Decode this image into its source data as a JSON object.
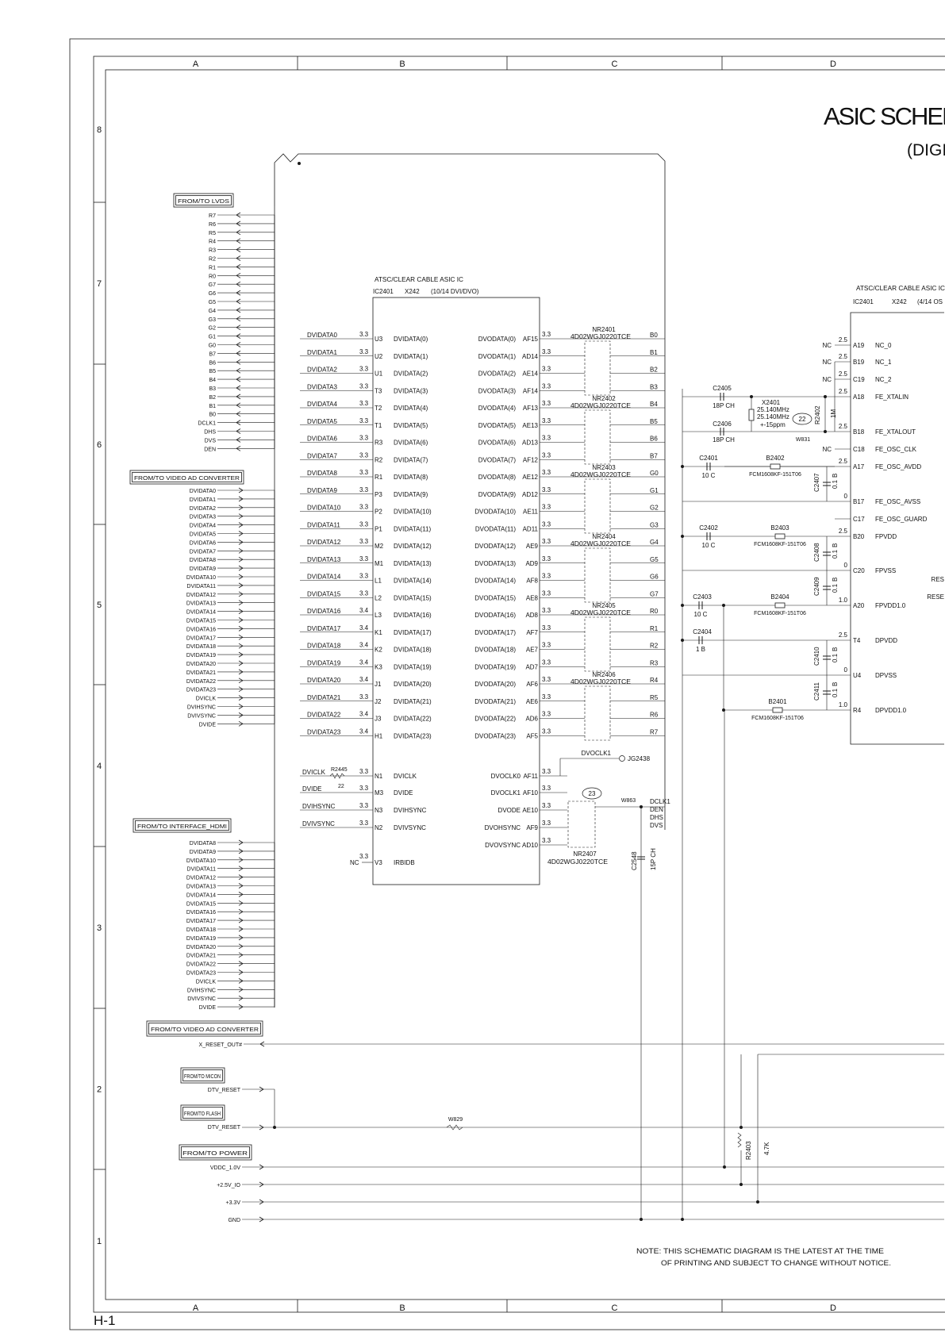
{
  "page": {
    "title": "ASIC SCHEM",
    "subtitle": "(DIGI",
    "sheet_id": "H-1",
    "note_line1": "NOTE: THIS SCHEMATIC DIAGRAM IS THE LATEST AT THE TIME",
    "note_line2": "OF PRINTING AND SUBJECT TO CHANGE WITHOUT NOTICE."
  },
  "grid": {
    "columns": [
      "A",
      "B",
      "C",
      "D"
    ],
    "rows": [
      "8",
      "7",
      "6",
      "5",
      "4",
      "3",
      "2",
      "1"
    ]
  },
  "connectors": {
    "lvds": {
      "label": "FROM/TO LVDS",
      "signals": [
        "R7",
        "R6",
        "R5",
        "R4",
        "R3",
        "R2",
        "R1",
        "R0",
        "G7",
        "G6",
        "G5",
        "G4",
        "G3",
        "G2",
        "G1",
        "G0",
        "B7",
        "B6",
        "B5",
        "B4",
        "B3",
        "B2",
        "B1",
        "B0",
        "DCLK1",
        "DHS",
        "DVS",
        "DEN"
      ]
    },
    "video_ad": {
      "label": "FROM/TO VIDEO AD CONVERTER",
      "signals": [
        "DVIDATA0",
        "DVIDATA1",
        "DVIDATA2",
        "DVIDATA3",
        "DVIDATA4",
        "DVIDATA5",
        "DVIDATA6",
        "DVIDATA7",
        "DVIDATA8",
        "DVIDATA9",
        "DVIDATA10",
        "DVIDATA11",
        "DVIDATA12",
        "DVIDATA13",
        "DVIDATA14",
        "DVIDATA15",
        "DVIDATA16",
        "DVIDATA17",
        "DVIDATA18",
        "DVIDATA19",
        "DVIDATA20",
        "DVIDATA21",
        "DVIDATA22",
        "DVIDATA23",
        "DVICLK",
        "DVIHSYNC",
        "DVIVSYNC",
        "DVIDE"
      ]
    },
    "hdmi": {
      "label": "FROM/TO INTERFACE_HDMI",
      "signals": [
        "DVIDATA8",
        "DVIDATA9",
        "DVIDATA10",
        "DVIDATA11",
        "DVIDATA12",
        "DVIDATA13",
        "DVIDATA14",
        "DVIDATA15",
        "DVIDATA16",
        "DVIDATA17",
        "DVIDATA18",
        "DVIDATA19",
        "DVIDATA20",
        "DVIDATA21",
        "DVIDATA22",
        "DVIDATA23",
        "DVICLK",
        "DVIHSYNC",
        "DVIVSYNC",
        "DVIDE"
      ]
    },
    "video_ad_reset": {
      "label": "FROM/TO VIDEO AD CONVERTER",
      "signal": "X_RESET_OUT#"
    },
    "micon": {
      "label": "FROM/TO MICON",
      "signal": "DTV_RESET"
    },
    "flash": {
      "label": "FROM/TO FLASH",
      "signal": "DTV_RESET"
    },
    "power": {
      "label": "FROM/TO POWER",
      "signals": [
        "VDDC_1.0V",
        "+2.5V_IO",
        "+3.3V",
        "GND"
      ]
    }
  },
  "ic_main": {
    "title": "ATSC/CLEAR CABLE ASIC IC",
    "ref": "IC2401",
    "part": "X242",
    "section": "(10/14 DVI/DVO)",
    "left_pins": [
      {
        "net": "DVIDATA0",
        "v": "3.3",
        "ball": "U3",
        "name": "DVIDATA(0)"
      },
      {
        "net": "DVIDATA1",
        "v": "3.3",
        "ball": "U2",
        "name": "DVIDATA(1)"
      },
      {
        "net": "DVIDATA2",
        "v": "3.3",
        "ball": "U1",
        "name": "DVIDATA(2)"
      },
      {
        "net": "DVIDATA3",
        "v": "3.3",
        "ball": "T3",
        "name": "DVIDATA(3)"
      },
      {
        "net": "DVIDATA4",
        "v": "3.3",
        "ball": "T2",
        "name": "DVIDATA(4)"
      },
      {
        "net": "DVIDATA5",
        "v": "3.3",
        "ball": "T1",
        "name": "DVIDATA(5)"
      },
      {
        "net": "DVIDATA6",
        "v": "3.3",
        "ball": "R3",
        "name": "DVIDATA(6)"
      },
      {
        "net": "DVIDATA7",
        "v": "3.3",
        "ball": "R2",
        "name": "DVIDATA(7)"
      },
      {
        "net": "DVIDATA8",
        "v": "3.3",
        "ball": "R1",
        "name": "DVIDATA(8)"
      },
      {
        "net": "DVIDATA9",
        "v": "3.3",
        "ball": "P3",
        "name": "DVIDATA(9)"
      },
      {
        "net": "DVIDATA10",
        "v": "3.3",
        "ball": "P2",
        "name": "DVIDATA(10)"
      },
      {
        "net": "DVIDATA11",
        "v": "3.3",
        "ball": "P1",
        "name": "DVIDATA(11)"
      },
      {
        "net": "DVIDATA12",
        "v": "3.3",
        "ball": "M2",
        "name": "DVIDATA(12)"
      },
      {
        "net": "DVIDATA13",
        "v": "3.3",
        "ball": "M1",
        "name": "DVIDATA(13)"
      },
      {
        "net": "DVIDATA14",
        "v": "3.3",
        "ball": "L1",
        "name": "DVIDATA(14)"
      },
      {
        "net": "DVIDATA15",
        "v": "3.3",
        "ball": "L2",
        "name": "DVIDATA(15)"
      },
      {
        "net": "DVIDATA16",
        "v": "3.4",
        "ball": "L3",
        "name": "DVIDATA(16)"
      },
      {
        "net": "DVIDATA17",
        "v": "3.4",
        "ball": "K1",
        "name": "DVIDATA(17)"
      },
      {
        "net": "DVIDATA18",
        "v": "3.4",
        "ball": "K2",
        "name": "DVIDATA(18)"
      },
      {
        "net": "DVIDATA19",
        "v": "3.4",
        "ball": "K3",
        "name": "DVIDATA(19)"
      },
      {
        "net": "DVIDATA20",
        "v": "3.4",
        "ball": "J1",
        "name": "DVIDATA(20)"
      },
      {
        "net": "DVIDATA21",
        "v": "3.3",
        "ball": "J2",
        "name": "DVIDATA(21)"
      },
      {
        "net": "DVIDATA22",
        "v": "3.4",
        "ball": "J3",
        "name": "DVIDATA(22)"
      },
      {
        "net": "DVIDATA23",
        "v": "3.4",
        "ball": "H1",
        "name": "DVIDATA(23)"
      }
    ],
    "left_ctrl": [
      {
        "net": "DVICLK",
        "v": "3.3",
        "ball": "N1",
        "name": "DVICLK"
      },
      {
        "net": "DVIDE",
        "v": "3.3",
        "ball": "M3",
        "name": "DVIDE"
      },
      {
        "net": "DVIHSYNC",
        "v": "3.3",
        "ball": "N3",
        "name": "DVIHSYNC"
      },
      {
        "net": "DVIVSYNC",
        "v": "3.3",
        "ball": "N2",
        "name": "DVIVSYNC"
      }
    ],
    "r2445": {
      "ref": "R2445",
      "value": "22"
    },
    "irbidb": {
      "nc": "NC",
      "v": "3.3",
      "ball": "V3",
      "name": "IRBIDB"
    },
    "right_pins": [
      {
        "name": "DVODATA(0)",
        "ball": "AF15",
        "v": "3.3",
        "out": "B0"
      },
      {
        "name": "DVODATA(1)",
        "ball": "AD14",
        "v": "3.3",
        "out": "B1"
      },
      {
        "name": "DVODATA(2)",
        "ball": "AE14",
        "v": "3.3",
        "out": "B2"
      },
      {
        "name": "DVODATA(3)",
        "ball": "AF14",
        "v": "3.3",
        "out": "B3"
      },
      {
        "name": "DVODATA(4)",
        "ball": "AF13",
        "v": "3.3",
        "out": "B4"
      },
      {
        "name": "DVODATA(5)",
        "ball": "AE13",
        "v": "3.3",
        "out": "B5"
      },
      {
        "name": "DVODATA(6)",
        "ball": "AD13",
        "v": "3.3",
        "out": "B6"
      },
      {
        "name": "DVODATA(7)",
        "ball": "AF12",
        "v": "3.3",
        "out": "B7"
      },
      {
        "name": "DVODATA(8)",
        "ball": "AE12",
        "v": "3.3",
        "out": "G0"
      },
      {
        "name": "DVODATA(9)",
        "ball": "AD12",
        "v": "3.3",
        "out": "G1"
      },
      {
        "name": "DVODATA(10)",
        "ball": "AE11",
        "v": "3.3",
        "out": "G2"
      },
      {
        "name": "DVODATA(11)",
        "ball": "AD11",
        "v": "3.3",
        "out": "G3"
      },
      {
        "name": "DVODATA(12)",
        "ball": "AE9",
        "v": "3.3",
        "out": "G4"
      },
      {
        "name": "DVODATA(13)",
        "ball": "AD9",
        "v": "3.3",
        "out": "G5"
      },
      {
        "name": "DVODATA(14)",
        "ball": "AF8",
        "v": "3.3",
        "out": "G6"
      },
      {
        "name": "DVODATA(15)",
        "ball": "AE8",
        "v": "3.3",
        "out": "G7"
      },
      {
        "name": "DVODATA(16)",
        "ball": "AD8",
        "v": "3.3",
        "out": "R0"
      },
      {
        "name": "DVODATA(17)",
        "ball": "AF7",
        "v": "3.3",
        "out": "R1"
      },
      {
        "name": "DVODATA(18)",
        "ball": "AE7",
        "v": "3.3",
        "out": "R2"
      },
      {
        "name": "DVODATA(19)",
        "ball": "AD7",
        "v": "3.3",
        "out": "R3"
      },
      {
        "name": "DVODATA(20)",
        "ball": "AF6",
        "v": "3.3",
        "out": "R4"
      },
      {
        "name": "DVODATA(21)",
        "ball": "AE6",
        "v": "3.3",
        "out": "R5"
      },
      {
        "name": "DVODATA(22)",
        "ball": "AD6",
        "v": "3.3",
        "out": "R6"
      },
      {
        "name": "DVODATA(23)",
        "ball": "AF5",
        "v": "3.3",
        "out": "R7"
      }
    ],
    "right_ctrl": [
      {
        "name": "DVOCLK0",
        "ball": "AF11",
        "v": "3.3"
      },
      {
        "name": "DVOCLK1",
        "ball": "AF10",
        "v": "3.3"
      },
      {
        "name": "DVODE",
        "ball": "AE10",
        "v": "3.3"
      },
      {
        "name": "DVOHSYNC",
        "ball": "AF9",
        "v": "3.3"
      },
      {
        "name": "DVOVSYNC",
        "ball": "AD10",
        "v": "3.3"
      }
    ],
    "ctrl_outs": [
      "DCLK1",
      "DEN",
      "DHS",
      "DVS"
    ],
    "res_networks": [
      "NR2401",
      "NR2402",
      "NR2403",
      "NR2404",
      "NR2405",
      "NR2406"
    ],
    "rn_part": "4D02WGJ0220TCE",
    "nr2407": "NR2407",
    "dvoclk1_tp": "DVOCLK1",
    "jg": "JG2438",
    "w863": "W863",
    "badge23": "23",
    "c2548": "C2548",
    "c2548_val": "15P CH",
    "w829": "W829"
  },
  "ic_osc": {
    "title": "ATSC/CLEAR CABLE ASIC IC",
    "ref": "IC2401",
    "part": "X242",
    "section": "(4/14 OS",
    "pins": [
      {
        "v": "2.5",
        "nc": "NC",
        "ball": "A19",
        "name": "NC_0"
      },
      {
        "v": "2.5",
        "nc": "NC",
        "ball": "B19",
        "name": "NC_1"
      },
      {
        "v": "2.5",
        "nc": "NC",
        "ball": "C19",
        "name": "NC_2"
      },
      {
        "v": "2.5",
        "nc": "",
        "ball": "A18",
        "name": "FE_XTALIN"
      },
      {
        "v": "2.5",
        "nc": "",
        "ball": "B18",
        "name": "FE_XTALOUT"
      },
      {
        "v": "",
        "nc": "NC",
        "ball": "C18",
        "name": "FE_OSC_CLK"
      },
      {
        "v": "2.5",
        "nc": "",
        "ball": "A17",
        "name": "FE_OSC_AVDD"
      },
      {
        "v": "0",
        "nc": "",
        "ball": "B17",
        "name": "FE_OSC_AVSS"
      },
      {
        "v": "",
        "nc": "",
        "ball": "C17",
        "name": "FE_OSC_GUARD"
      },
      {
        "v": "2.5",
        "nc": "",
        "ball": "B20",
        "name": "FPVDD"
      },
      {
        "v": "0",
        "nc": "",
        "ball": "C20",
        "name": "FPVSS"
      },
      {
        "v": "1.0",
        "nc": "",
        "ball": "A20",
        "name": "FPVDD1.0"
      },
      {
        "v": "2.5",
        "nc": "",
        "ball": "T4",
        "name": "DPVDD"
      },
      {
        "v": "0",
        "nc": "",
        "ball": "U4",
        "name": "DPVSS"
      },
      {
        "v": "1.0",
        "nc": "",
        "ball": "R4",
        "name": "DPVDD1.0"
      }
    ],
    "res_right": [
      "RES",
      "RESE"
    ],
    "c2405": {
      "ref": "C2405",
      "value": "18P CH"
    },
    "c2406": {
      "ref": "C2406",
      "value": "18P CH"
    },
    "c2401": {
      "ref": "C2401",
      "value": "10 C"
    },
    "c2402": {
      "ref": "C2402",
      "value": "10 C"
    },
    "c2403": {
      "ref": "C2403",
      "value": "10 C"
    },
    "c2404": {
      "ref": "C2404",
      "value": "1 B"
    },
    "x2401": {
      "ref": "X2401",
      "f1": "25.140MHz",
      "f2": "25.140MHz",
      "tol": "+-15ppm"
    },
    "badge22": "22",
    "w831": "W831",
    "r2402": {
      "ref": "R2402",
      "value": "1M"
    },
    "ferrites": [
      {
        "ref": "B2402",
        "part": "FCM1608KF-151T06"
      },
      {
        "ref": "B2403",
        "part": "FCM1608KF-151T06"
      },
      {
        "ref": "B2404",
        "part": "FCM1608KF-151T06"
      },
      {
        "ref": "B2401",
        "part": "FCM1608KF-151T06"
      }
    ],
    "vcaps": [
      {
        "ref": "C2407",
        "value": "0.1",
        "d": "B"
      },
      {
        "ref": "C2408",
        "value": "0.1",
        "d": "B"
      },
      {
        "ref": "C2409",
        "value": "0.1",
        "d": "B"
      },
      {
        "ref": "C2410",
        "value": "0.1",
        "d": "B"
      },
      {
        "ref": "C2411",
        "value": "0.1",
        "d": "B"
      }
    ],
    "r2403": {
      "ref": "R2403",
      "value": "4.7K"
    }
  }
}
